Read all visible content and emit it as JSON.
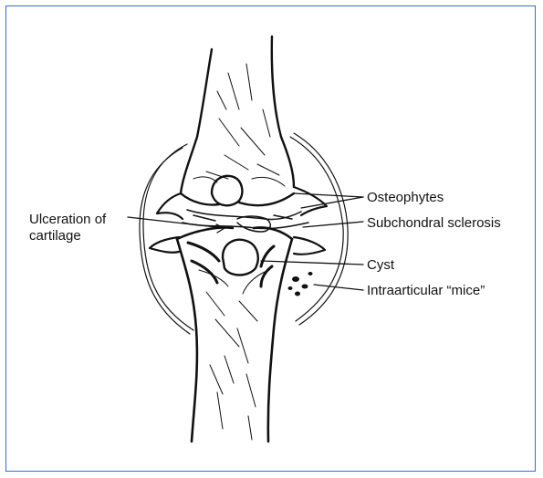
{
  "border_color": "#2f6fd0",
  "labels": {
    "ulceration_line1": "Ulceration of",
    "ulceration_line2": "cartilage",
    "osteophytes": "Osteophytes",
    "subchondral_sclerosis": "Subchondral sclerosis",
    "cyst": "Cyst",
    "intraarticular_mice": "Intraarticular “mice”"
  }
}
